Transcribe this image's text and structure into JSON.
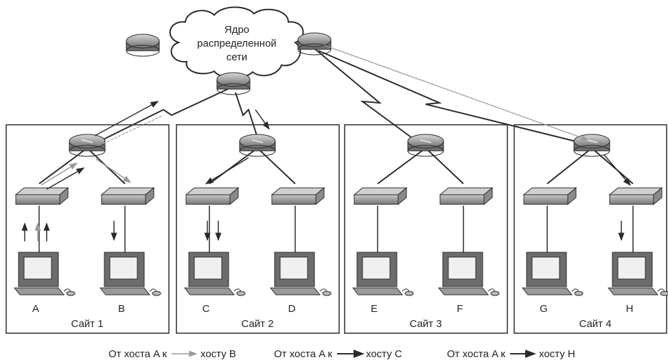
{
  "core": {
    "label_lines": [
      "Ядро",
      "распределенной",
      "сети"
    ]
  },
  "sites": [
    {
      "name": "Сайт 1",
      "hosts": [
        "A",
        "B"
      ]
    },
    {
      "name": "Сайт 2",
      "hosts": [
        "C",
        "D"
      ]
    },
    {
      "name": "Сайт 3",
      "hosts": [
        "E",
        "F"
      ]
    },
    {
      "name": "Сайт 4",
      "hosts": [
        "G",
        "H"
      ]
    }
  ],
  "legend": [
    {
      "from": "От хоста A к",
      "to": "хосту B",
      "style": "light"
    },
    {
      "from": "От хоста A к",
      "to": "хосту C",
      "style": "dark"
    },
    {
      "from": "От хоста A к",
      "to": "хосту H",
      "style": "dark"
    }
  ],
  "colors": {
    "line": "#2a2a2a",
    "device": "#7a7a7a",
    "device_light": "#b5b5b5",
    "light_arrow": "#9a9a9a"
  }
}
